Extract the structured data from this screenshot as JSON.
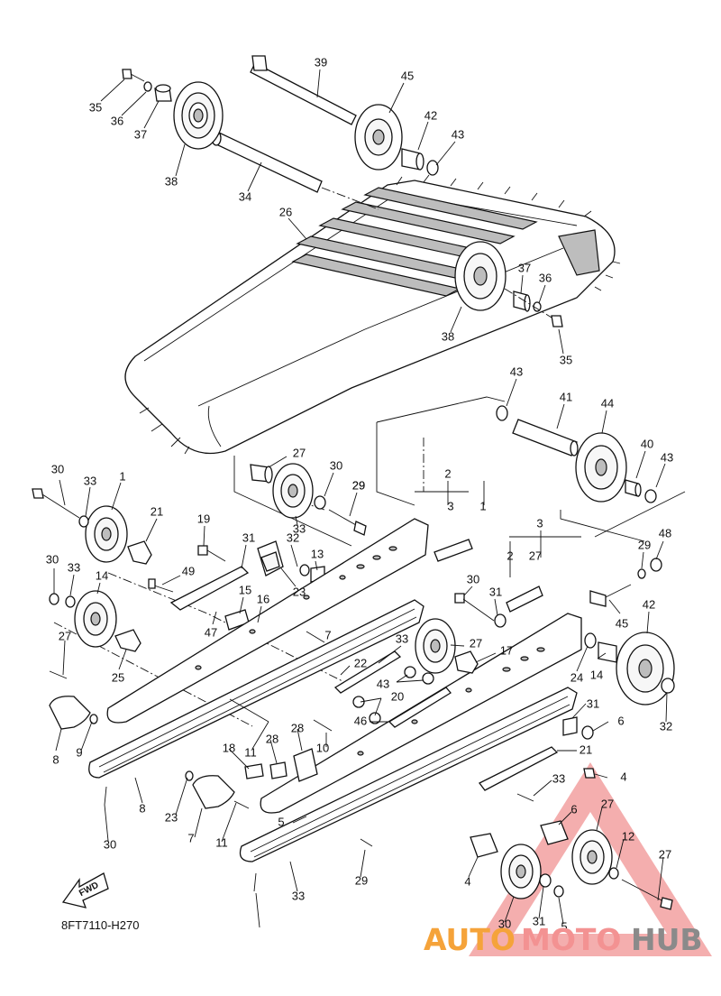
{
  "diagram": {
    "drawing_code": "8FT7110-H270",
    "forward_label": "FWD",
    "watermark": {
      "part1": "AUTO",
      "part2": "MOTO",
      "part3": "HUB",
      "color1": "#f5a33a",
      "color2": "#f39292",
      "color3": "#8a8a8a"
    },
    "callouts": [
      {
        "n": "39"
      },
      {
        "n": "45"
      },
      {
        "n": "35"
      },
      {
        "n": "36"
      },
      {
        "n": "37"
      },
      {
        "n": "38"
      },
      {
        "n": "42"
      },
      {
        "n": "43"
      },
      {
        "n": "34"
      },
      {
        "n": "26"
      },
      {
        "n": "37"
      },
      {
        "n": "36"
      },
      {
        "n": "38"
      },
      {
        "n": "35"
      },
      {
        "n": "43"
      },
      {
        "n": "41"
      },
      {
        "n": "44"
      },
      {
        "n": "40"
      },
      {
        "n": "43"
      },
      {
        "n": "27"
      },
      {
        "n": "30"
      },
      {
        "n": "29"
      },
      {
        "n": "33"
      },
      {
        "n": "29"
      },
      {
        "n": "30"
      },
      {
        "n": "33"
      },
      {
        "n": "1"
      },
      {
        "n": "2"
      },
      {
        "n": "3"
      },
      {
        "n": "1"
      },
      {
        "n": "3"
      },
      {
        "n": "2"
      },
      {
        "n": "27"
      },
      {
        "n": "21"
      },
      {
        "n": "19"
      },
      {
        "n": "31"
      },
      {
        "n": "32"
      },
      {
        "n": "13"
      },
      {
        "n": "23"
      },
      {
        "n": "49"
      },
      {
        "n": "48"
      },
      {
        "n": "29"
      },
      {
        "n": "30"
      },
      {
        "n": "31"
      },
      {
        "n": "30"
      },
      {
        "n": "33"
      },
      {
        "n": "14"
      },
      {
        "n": "15"
      },
      {
        "n": "16"
      },
      {
        "n": "47"
      },
      {
        "n": "45"
      },
      {
        "n": "42"
      },
      {
        "n": "14"
      },
      {
        "n": "7"
      },
      {
        "n": "27"
      },
      {
        "n": "25"
      },
      {
        "n": "33"
      },
      {
        "n": "27"
      },
      {
        "n": "17"
      },
      {
        "n": "22"
      },
      {
        "n": "43"
      },
      {
        "n": "24"
      },
      {
        "n": "20"
      },
      {
        "n": "46"
      },
      {
        "n": "32"
      },
      {
        "n": "31"
      },
      {
        "n": "6"
      },
      {
        "n": "8"
      },
      {
        "n": "9"
      },
      {
        "n": "28"
      },
      {
        "n": "10"
      },
      {
        "n": "28"
      },
      {
        "n": "11"
      },
      {
        "n": "18"
      },
      {
        "n": "21"
      },
      {
        "n": "4"
      },
      {
        "n": "8"
      },
      {
        "n": "23"
      },
      {
        "n": "33"
      },
      {
        "n": "27"
      },
      {
        "n": "6"
      },
      {
        "n": "7"
      },
      {
        "n": "11"
      },
      {
        "n": "5"
      },
      {
        "n": "30"
      },
      {
        "n": "12"
      },
      {
        "n": "29"
      },
      {
        "n": "27"
      },
      {
        "n": "4"
      },
      {
        "n": "33"
      },
      {
        "n": "30"
      },
      {
        "n": "31"
      },
      {
        "n": "5"
      }
    ]
  }
}
